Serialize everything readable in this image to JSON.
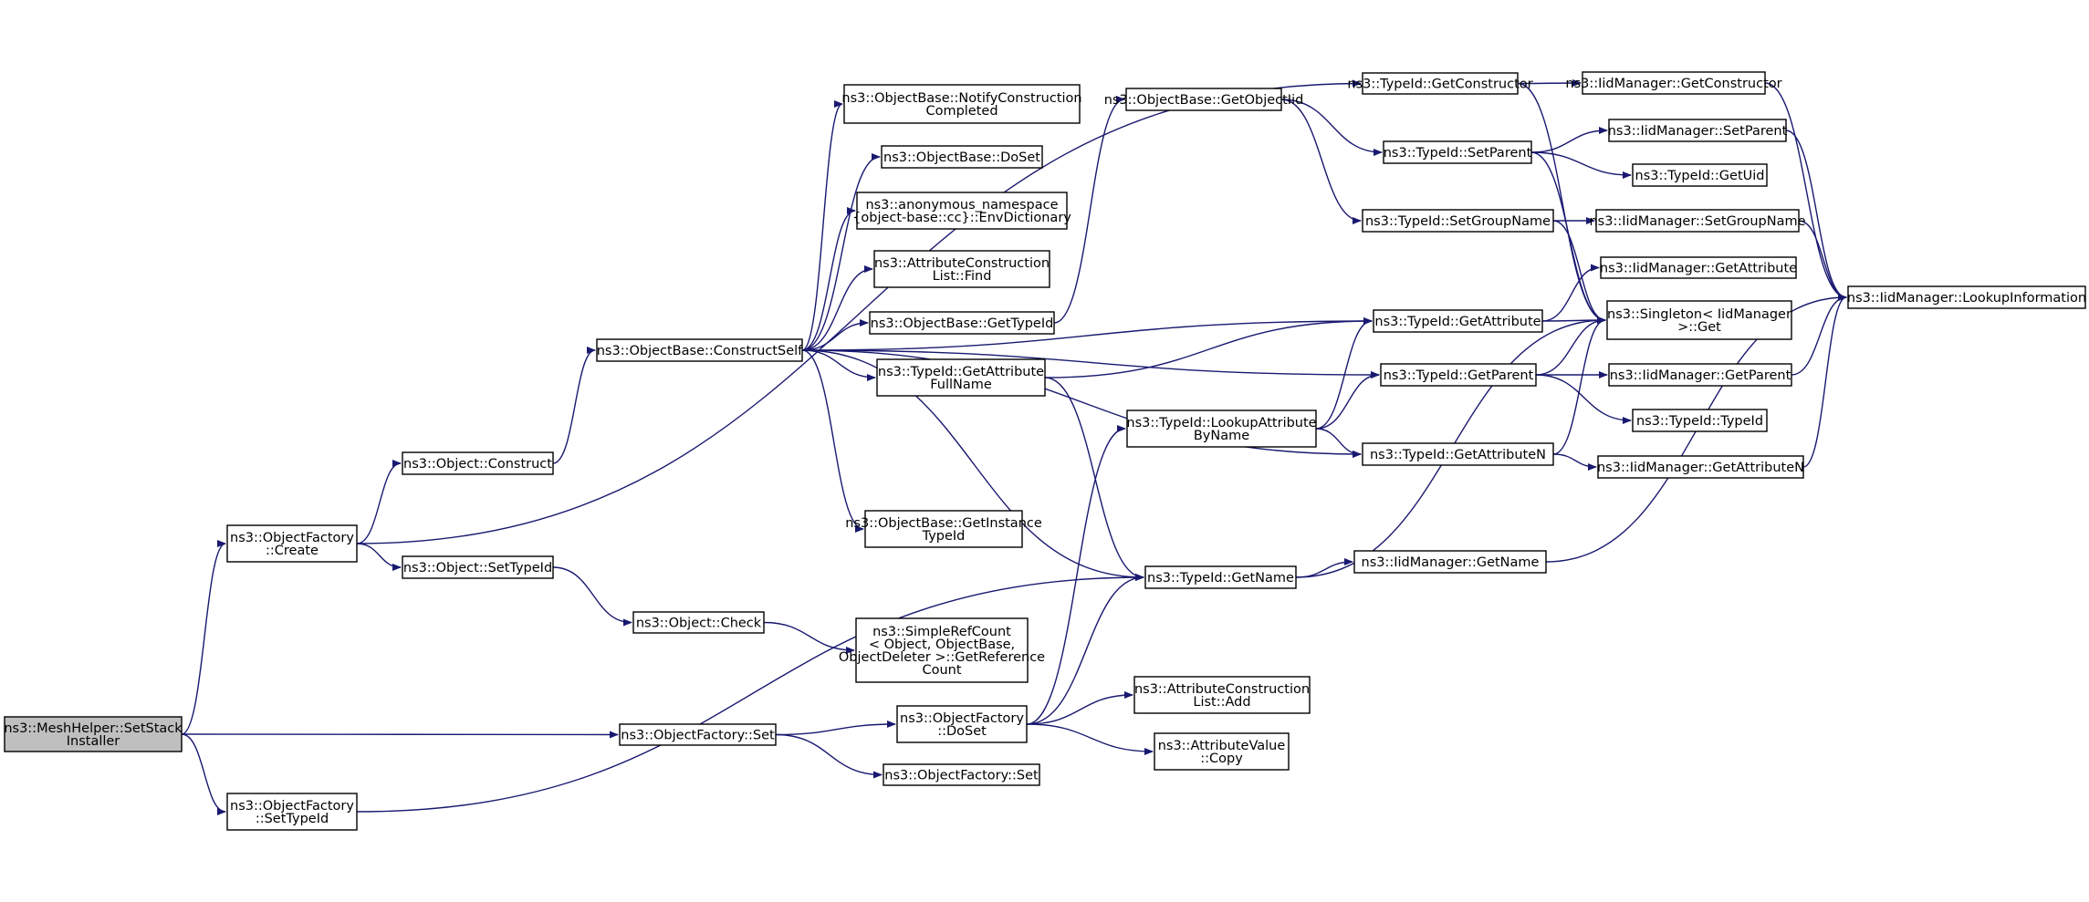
{
  "graph": {
    "nodes": [
      {
        "id": "root",
        "lines": [
          "ns3::MeshHelper::SetStack",
          "Installer"
        ],
        "highlight": true
      },
      {
        "id": "of_create",
        "lines": [
          "ns3::ObjectFactory",
          "::Create"
        ]
      },
      {
        "id": "of_set",
        "lines": [
          "ns3::ObjectFactory::Set"
        ]
      },
      {
        "id": "of_settypeid",
        "lines": [
          "ns3::ObjectFactory",
          "::SetTypeId"
        ]
      },
      {
        "id": "obj_construct",
        "lines": [
          "ns3::Object::Construct"
        ]
      },
      {
        "id": "obj_settypeid",
        "lines": [
          "ns3::Object::SetTypeId"
        ]
      },
      {
        "id": "obj_check",
        "lines": [
          "ns3::Object::Check"
        ]
      },
      {
        "id": "ob_constructself",
        "lines": [
          "ns3::ObjectBase::ConstructSelf"
        ]
      },
      {
        "id": "ob_notify",
        "lines": [
          "ns3::ObjectBase::NotifyConstruction",
          "Completed"
        ]
      },
      {
        "id": "ob_doset",
        "lines": [
          "ns3::ObjectBase::DoSet"
        ]
      },
      {
        "id": "anon_envdict",
        "lines": [
          "ns3::anonymous_namespace",
          "{object-base::cc}::EnvDictionary"
        ]
      },
      {
        "id": "acl_find",
        "lines": [
          "ns3::AttributeConstruction",
          "List::Find"
        ]
      },
      {
        "id": "ob_gettypeid",
        "lines": [
          "ns3::ObjectBase::GetTypeId"
        ]
      },
      {
        "id": "tid_getattrfullname",
        "lines": [
          "ns3::TypeId::GetAttribute",
          "FullName"
        ]
      },
      {
        "id": "ob_getinstancetypeid",
        "lines": [
          "ns3::ObjectBase::GetInstance",
          "TypeId"
        ]
      },
      {
        "id": "src_getrefcount",
        "lines": [
          "ns3::SimpleRefCount",
          "< Object, ObjectBase,",
          "ObjectDeleter >::GetReference",
          "Count"
        ]
      },
      {
        "id": "of_doset",
        "lines": [
          "ns3::ObjectFactory",
          "::DoSet"
        ]
      },
      {
        "id": "of_set2",
        "lines": [
          "ns3::ObjectFactory::Set"
        ]
      },
      {
        "id": "ob_getobjectiid",
        "lines": [
          "ns3::ObjectBase::GetObjectIid"
        ]
      },
      {
        "id": "tid_lookupattr",
        "lines": [
          "ns3::TypeId::LookupAttribute",
          "ByName"
        ]
      },
      {
        "id": "tid_getname",
        "lines": [
          "ns3::TypeId::GetName"
        ]
      },
      {
        "id": "acl_add",
        "lines": [
          "ns3::AttributeConstruction",
          "List::Add"
        ]
      },
      {
        "id": "av_copy",
        "lines": [
          "ns3::AttributeValue",
          "::Copy"
        ]
      },
      {
        "id": "tid_getconstructor",
        "lines": [
          "ns3::TypeId::GetConstructor"
        ]
      },
      {
        "id": "tid_setparent",
        "lines": [
          "ns3::TypeId::SetParent"
        ]
      },
      {
        "id": "tid_setgroupname",
        "lines": [
          "ns3::TypeId::SetGroupName"
        ]
      },
      {
        "id": "tid_getattribute",
        "lines": [
          "ns3::TypeId::GetAttribute"
        ]
      },
      {
        "id": "tid_getparent",
        "lines": [
          "ns3::TypeId::GetParent"
        ]
      },
      {
        "id": "tid_getattributen",
        "lines": [
          "ns3::TypeId::GetAttributeN"
        ]
      },
      {
        "id": "iid_getconstructor",
        "lines": [
          "ns3::IidManager::GetConstructor"
        ]
      },
      {
        "id": "iid_setparent",
        "lines": [
          "ns3::IidManager::SetParent"
        ]
      },
      {
        "id": "tid_getuid",
        "lines": [
          "ns3::TypeId::GetUid"
        ]
      },
      {
        "id": "iid_setgroupname",
        "lines": [
          "ns3::IidManager::SetGroupName"
        ]
      },
      {
        "id": "iid_getattribute",
        "lines": [
          "ns3::IidManager::GetAttribute"
        ]
      },
      {
        "id": "singleton_get",
        "lines": [
          "ns3::Singleton< IidManager",
          ">::Get"
        ]
      },
      {
        "id": "iid_getparent",
        "lines": [
          "ns3::IidManager::GetParent"
        ]
      },
      {
        "id": "tid_typeid",
        "lines": [
          "ns3::TypeId::TypeId"
        ]
      },
      {
        "id": "iid_getattributen",
        "lines": [
          "ns3::IidManager::GetAttributeN"
        ]
      },
      {
        "id": "iid_getname",
        "lines": [
          "ns3::IidManager::GetName"
        ]
      },
      {
        "id": "iid_lookupinfo",
        "lines": [
          "ns3::IidManager::LookupInformation"
        ]
      }
    ],
    "edges": [
      [
        "root",
        "of_create"
      ],
      [
        "root",
        "of_set"
      ],
      [
        "root",
        "of_settypeid"
      ],
      [
        "of_create",
        "tid_getconstructor"
      ],
      [
        "of_create",
        "obj_construct"
      ],
      [
        "of_create",
        "obj_settypeid"
      ],
      [
        "of_set",
        "of_doset"
      ],
      [
        "of_set",
        "of_set2"
      ],
      [
        "of_settypeid",
        "tid_getname"
      ],
      [
        "obj_construct",
        "ob_constructself"
      ],
      [
        "obj_settypeid",
        "obj_check"
      ],
      [
        "obj_check",
        "src_getrefcount"
      ],
      [
        "ob_constructself",
        "tid_getattribute"
      ],
      [
        "ob_constructself",
        "ob_notify"
      ],
      [
        "ob_constructself",
        "ob_doset"
      ],
      [
        "ob_constructself",
        "anon_envdict"
      ],
      [
        "ob_constructself",
        "acl_find"
      ],
      [
        "ob_constructself",
        "ob_gettypeid"
      ],
      [
        "ob_constructself",
        "tid_getattrfullname"
      ],
      [
        "ob_constructself",
        "tid_getparent"
      ],
      [
        "ob_constructself",
        "tid_getattributen"
      ],
      [
        "ob_constructself",
        "ob_getinstancetypeid"
      ],
      [
        "ob_constructself",
        "tid_getname"
      ],
      [
        "ob_gettypeid",
        "ob_getobjectiid"
      ],
      [
        "tid_getattrfullname",
        "tid_getattribute"
      ],
      [
        "tid_getattrfullname",
        "tid_getname"
      ],
      [
        "of_doset",
        "tid_lookupattr"
      ],
      [
        "of_doset",
        "tid_getname"
      ],
      [
        "of_doset",
        "acl_add"
      ],
      [
        "of_doset",
        "av_copy"
      ],
      [
        "ob_getobjectiid",
        "tid_setparent"
      ],
      [
        "ob_getobjectiid",
        "tid_setgroupname"
      ],
      [
        "tid_lookupattr",
        "tid_getattribute"
      ],
      [
        "tid_lookupattr",
        "tid_getparent"
      ],
      [
        "tid_lookupattr",
        "tid_getattributen"
      ],
      [
        "tid_getname",
        "singleton_get"
      ],
      [
        "tid_getname",
        "iid_getname"
      ],
      [
        "tid_getconstructor",
        "iid_getconstructor"
      ],
      [
        "tid_getconstructor",
        "singleton_get"
      ],
      [
        "tid_setparent",
        "iid_setparent"
      ],
      [
        "tid_setparent",
        "tid_getuid"
      ],
      [
        "tid_setparent",
        "singleton_get"
      ],
      [
        "tid_setgroupname",
        "iid_setgroupname"
      ],
      [
        "tid_setgroupname",
        "singleton_get"
      ],
      [
        "tid_getattribute",
        "iid_getattribute"
      ],
      [
        "tid_getattribute",
        "singleton_get"
      ],
      [
        "tid_getparent",
        "iid_getparent"
      ],
      [
        "tid_getparent",
        "tid_typeid"
      ],
      [
        "tid_getparent",
        "singleton_get"
      ],
      [
        "tid_getattributen",
        "iid_getattributen"
      ],
      [
        "tid_getattributen",
        "singleton_get"
      ],
      [
        "iid_getconstructor",
        "iid_lookupinfo"
      ],
      [
        "iid_setparent",
        "iid_lookupinfo"
      ],
      [
        "iid_setgroupname",
        "iid_lookupinfo"
      ],
      [
        "iid_getparent",
        "iid_lookupinfo"
      ],
      [
        "iid_getattributen",
        "iid_lookupinfo"
      ],
      [
        "iid_getname",
        "iid_lookupinfo"
      ]
    ],
    "colors": {
      "edge": "#191970",
      "root_fill": "#bfbfbf",
      "node_fill": "#ffffff",
      "node_border": "#000000"
    }
  }
}
